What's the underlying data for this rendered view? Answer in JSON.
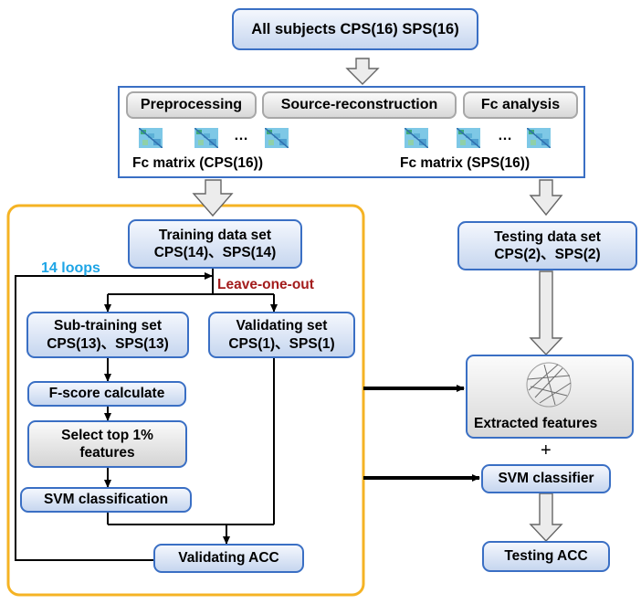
{
  "top_box": {
    "label": "All subjects CPS(16) SPS(16)"
  },
  "pipeline": {
    "steps": [
      "Preprocessing",
      "Source-reconstruction",
      "Fc analysis"
    ],
    "ellipsis": "…",
    "fc_cps": "Fc matrix (CPS(16))",
    "fc_sps": "Fc matrix (SPS(16))"
  },
  "training": {
    "line1": "Training data set",
    "line2": "CPS(14)、SPS(14)"
  },
  "testing": {
    "line1": "Testing data set",
    "line2": "CPS(2)、SPS(2)"
  },
  "loops_label": "14 loops",
  "leave_one_out": "Leave-one-out",
  "sub_training": {
    "line1": "Sub-training set",
    "line2": "CPS(13)、SPS(13)"
  },
  "validating_set": {
    "line1": "Validating set",
    "line2": "CPS(1)、SPS(1)"
  },
  "fscore": "F-score calculate",
  "select_top": {
    "line1": "Select top 1%",
    "line2": "features"
  },
  "svm_classification": "SVM classification",
  "validating_acc": "Validating ACC",
  "extracted_features": "Extracted features",
  "plus": "+",
  "svm_classifier": "SVM classifier",
  "testing_acc": "Testing ACC",
  "colors": {
    "box_border": "#3a6fc4",
    "orange_frame": "#f5b324",
    "loops_text": "#1ea5e6",
    "leave_text": "#a31c1c"
  }
}
